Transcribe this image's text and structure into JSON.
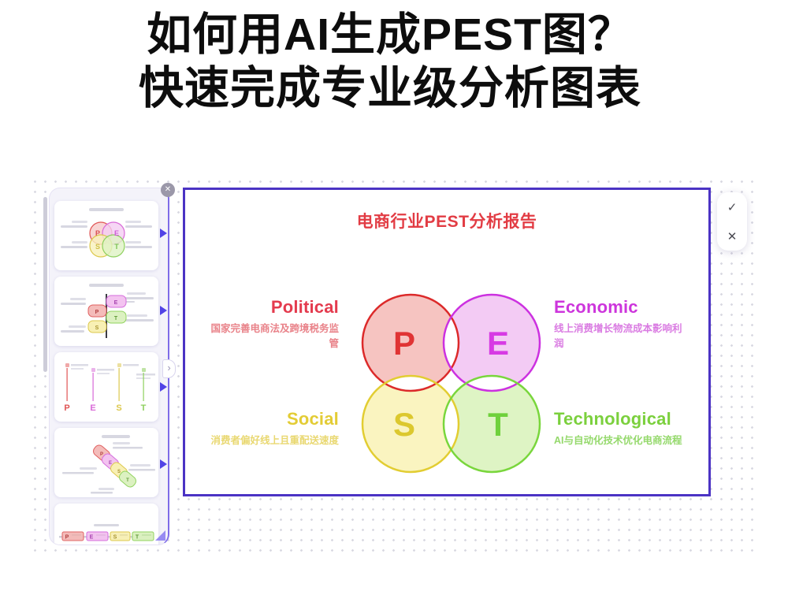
{
  "page": {
    "title_line1": "如何用AI生成PEST图？",
    "title_line2": "快速完成专业级分析图表"
  },
  "canvas": {
    "title": "电商行业PEST分析报告"
  },
  "pest": [
    {
      "letter": "P",
      "name": "Political",
      "desc": "国家完善电商法及跨境税务监管",
      "stroke": "#dc2a2a",
      "fill": "#f6c4c1",
      "letter_color": "#e03434",
      "heading_color": "#e43b4e",
      "desc_color": "#e9838a"
    },
    {
      "letter": "E",
      "name": "Economic",
      "desc": "线上消费增长物流成本影响利润",
      "stroke": "#cc31e0",
      "fill": "#f3cbf4",
      "letter_color": "#d73ae4",
      "heading_color": "#cd35dc",
      "desc_color": "#da7ce2"
    },
    {
      "letter": "S",
      "name": "Social",
      "desc": "消费者偏好线上且重配送速度",
      "stroke": "#e2cd32",
      "fill": "#faf4c0",
      "letter_color": "#dcc82e",
      "heading_color": "#e3cc35",
      "desc_color": "#e9d871"
    },
    {
      "letter": "T",
      "name": "Technological",
      "desc": "AI与自动化技术优化电商流程",
      "stroke": "#79d63c",
      "fill": "#def4c4",
      "letter_color": "#6fd13c",
      "heading_color": "#7bd03d",
      "desc_color": "#95d96c"
    }
  ],
  "sidebar": {
    "close_icon": "✕",
    "collapse_icon": "›"
  },
  "approval": {
    "accept_icon": "✓",
    "reject_icon": "✕"
  },
  "colors": {
    "canvas_border": "#4b33c4",
    "accent_purple": "#5143e6",
    "canvas_title_red": "#e23c44",
    "dot_grid": "#d9d9e2"
  }
}
